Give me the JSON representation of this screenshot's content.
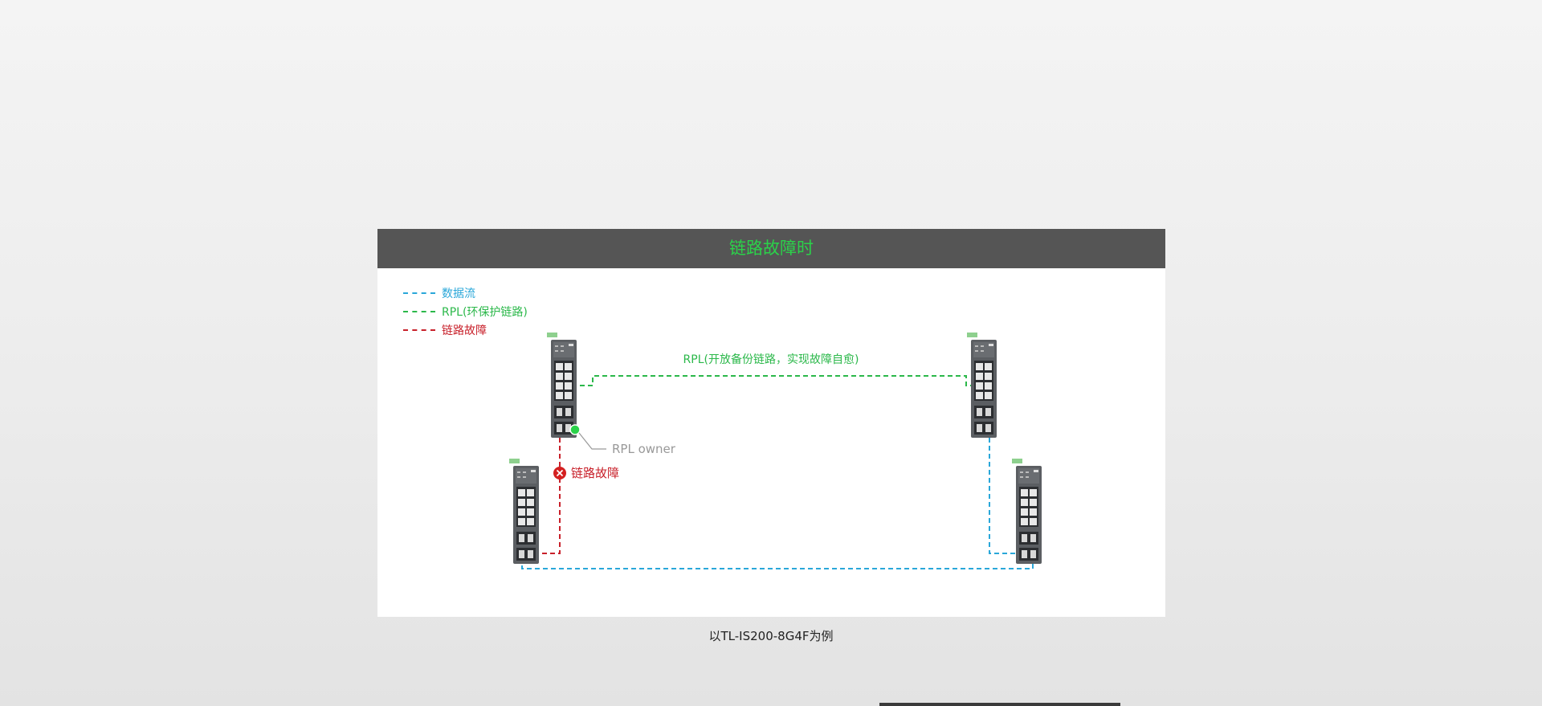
{
  "panel": {
    "title": "链路故障时"
  },
  "legend": [
    {
      "label": "数据流",
      "color": "#2aa7d9"
    },
    {
      "label": "RPL(环保护链路)",
      "color": "#2bb84a"
    },
    {
      "label": "链路故障",
      "color": "#c8202a"
    }
  ],
  "diagram": {
    "rpl_link_label": "RPL(开放备份链路，实现故障自愈)",
    "rpl_owner_label": "RPL owner",
    "fault_label": "链路故障",
    "colors": {
      "data": "#2aa7d9",
      "rpl": "#2bb84a",
      "fault": "#c8202a",
      "owner": "#999999"
    }
  },
  "caption": "以TL-IS200-8G4F为例"
}
